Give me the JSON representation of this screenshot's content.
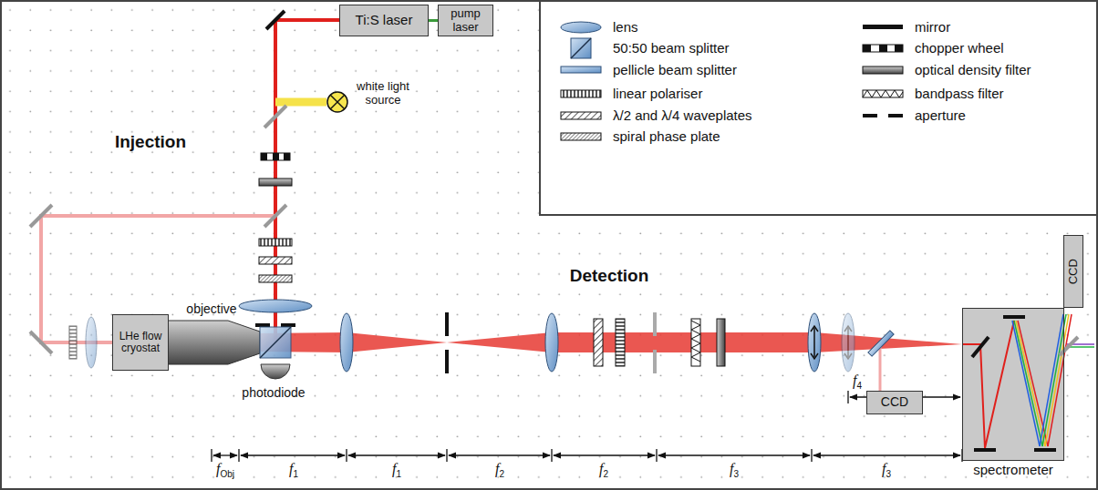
{
  "diagram": {
    "nodes": [
      {
        "text": [
          "Ti:S laser"
        ]
      },
      {
        "text": [
          "pump laser"
        ]
      },
      {
        "text": [
          "LHe flow cryostat"
        ]
      },
      {
        "text": [
          "CCD"
        ]
      },
      {
        "text": [
          "spectrometer"
        ]
      },
      {
        "text": [
          "CCD"
        ]
      }
    ],
    "edges": [
      {
        "from": 0,
        "to": 1,
        "arrow": "none"
      }
    ],
    "labels": [
      "Injection",
      "Detection",
      "white light source",
      "objective",
      "photodiode",
      "fObj",
      "f1",
      "f1",
      "f2",
      "f2",
      "f3",
      "f3",
      "f4"
    ],
    "legend": [
      {
        "text": "lens"
      },
      {
        "text": "50:50 beam splitter"
      },
      {
        "text": "pellicle beam splitter"
      },
      {
        "text": "linear polariser"
      },
      {
        "text": "λ/2 and λ/4 waveplates"
      },
      {
        "text": "spiral phase plate"
      },
      {
        "text": "mirror"
      },
      {
        "text": "chopper wheel"
      },
      {
        "text": "optical density filter"
      },
      {
        "text": "bandpass filter"
      },
      {
        "text": "aperture"
      }
    ]
  }
}
